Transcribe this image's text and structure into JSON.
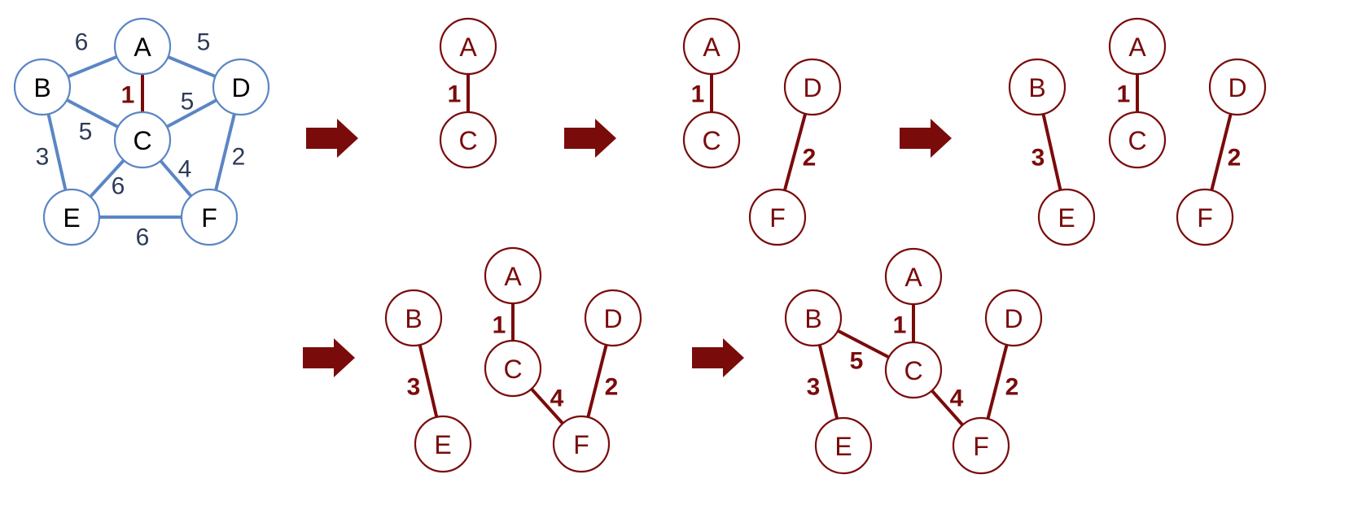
{
  "colors": {
    "graph_node_stroke": "#5b86c4",
    "graph_edge": "#5b86c4",
    "graph_weight_text": "#2c3b57",
    "mst": "#7a0b0b",
    "arrow": "#7a0b0b",
    "node_fill": "#ffffff",
    "node_label": "#000000"
  },
  "panels": [
    {
      "id": "original-graph",
      "style": "graph",
      "nodes": [
        {
          "id": "A",
          "label": "A"
        },
        {
          "id": "B",
          "label": "B"
        },
        {
          "id": "C",
          "label": "C"
        },
        {
          "id": "D",
          "label": "D"
        },
        {
          "id": "E",
          "label": "E"
        },
        {
          "id": "F",
          "label": "F"
        }
      ],
      "edges": [
        {
          "from": "B",
          "to": "A",
          "weight": "6"
        },
        {
          "from": "A",
          "to": "D",
          "weight": "5"
        },
        {
          "from": "A",
          "to": "C",
          "weight": "1",
          "highlight": true
        },
        {
          "from": "B",
          "to": "C",
          "weight": "5"
        },
        {
          "from": "C",
          "to": "D",
          "weight": "5"
        },
        {
          "from": "B",
          "to": "E",
          "weight": "3"
        },
        {
          "from": "D",
          "to": "F",
          "weight": "2"
        },
        {
          "from": "C",
          "to": "E",
          "weight": "6"
        },
        {
          "from": "C",
          "to": "F",
          "weight": "4"
        },
        {
          "from": "E",
          "to": "F",
          "weight": "6"
        }
      ]
    },
    {
      "id": "step-1",
      "style": "mst",
      "nodes": [
        {
          "id": "A",
          "label": "A"
        },
        {
          "id": "C",
          "label": "C"
        }
      ],
      "edges": [
        {
          "from": "A",
          "to": "C",
          "weight": "1"
        }
      ]
    },
    {
      "id": "step-2",
      "style": "mst",
      "nodes": [
        {
          "id": "A",
          "label": "A"
        },
        {
          "id": "C",
          "label": "C"
        },
        {
          "id": "D",
          "label": "D"
        },
        {
          "id": "F",
          "label": "F"
        }
      ],
      "edges": [
        {
          "from": "A",
          "to": "C",
          "weight": "1"
        },
        {
          "from": "D",
          "to": "F",
          "weight": "2"
        }
      ]
    },
    {
      "id": "step-3",
      "style": "mst",
      "nodes": [
        {
          "id": "B",
          "label": "B"
        },
        {
          "id": "E",
          "label": "E"
        },
        {
          "id": "A",
          "label": "A"
        },
        {
          "id": "C",
          "label": "C"
        },
        {
          "id": "D",
          "label": "D"
        },
        {
          "id": "F",
          "label": "F"
        }
      ],
      "edges": [
        {
          "from": "B",
          "to": "E",
          "weight": "3"
        },
        {
          "from": "A",
          "to": "C",
          "weight": "1"
        },
        {
          "from": "D",
          "to": "F",
          "weight": "2"
        }
      ]
    },
    {
      "id": "step-4",
      "style": "mst",
      "nodes": [
        {
          "id": "B",
          "label": "B"
        },
        {
          "id": "E",
          "label": "E"
        },
        {
          "id": "A",
          "label": "A"
        },
        {
          "id": "C",
          "label": "C"
        },
        {
          "id": "D",
          "label": "D"
        },
        {
          "id": "F",
          "label": "F"
        }
      ],
      "edges": [
        {
          "from": "B",
          "to": "E",
          "weight": "3"
        },
        {
          "from": "A",
          "to": "C",
          "weight": "1"
        },
        {
          "from": "C",
          "to": "F",
          "weight": "4"
        },
        {
          "from": "D",
          "to": "F",
          "weight": "2"
        }
      ]
    },
    {
      "id": "step-5",
      "style": "mst",
      "nodes": [
        {
          "id": "B",
          "label": "B"
        },
        {
          "id": "E",
          "label": "E"
        },
        {
          "id": "A",
          "label": "A"
        },
        {
          "id": "C",
          "label": "C"
        },
        {
          "id": "D",
          "label": "D"
        },
        {
          "id": "F",
          "label": "F"
        }
      ],
      "edges": [
        {
          "from": "B",
          "to": "E",
          "weight": "3"
        },
        {
          "from": "B",
          "to": "C",
          "weight": "5"
        },
        {
          "from": "A",
          "to": "C",
          "weight": "1"
        },
        {
          "from": "C",
          "to": "F",
          "weight": "4"
        },
        {
          "from": "D",
          "to": "F",
          "weight": "2"
        }
      ]
    }
  ],
  "arrows": [
    {
      "id": "arrow-1",
      "icon": "right-arrow-icon"
    },
    {
      "id": "arrow-2",
      "icon": "right-arrow-icon"
    },
    {
      "id": "arrow-3",
      "icon": "right-arrow-icon"
    },
    {
      "id": "arrow-4",
      "icon": "right-arrow-icon"
    },
    {
      "id": "arrow-5",
      "icon": "right-arrow-icon"
    }
  ]
}
